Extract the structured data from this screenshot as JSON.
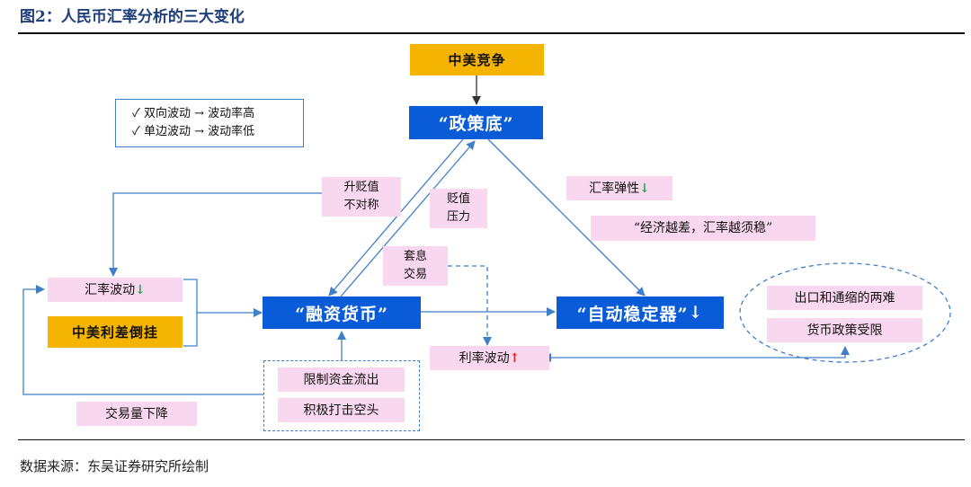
{
  "title": "图2：人民币汇率分析的三大变化",
  "source": "数据来源：东吴证券研究所绘制",
  "legend": {
    "line1": "✓ 双向波动 → 波动率高",
    "line2": "✓ 单边波动 → 波动率低"
  },
  "nodes": {
    "us_china_competition": "中美竞争",
    "policy_floor": "“政策底”",
    "financing_currency": "“融资货币”",
    "auto_stabilizer": "“自动稳定器”",
    "auto_stabilizer_arrow": "↓",
    "rate_spread_inversion": "中美利差倒挂"
  },
  "labels": {
    "asym_1": "升贬值",
    "asym_2": "不对称",
    "depreciation_1": "贬值",
    "depreciation_2": "压力",
    "carry_1": "套息",
    "carry_2": "交易",
    "fx_volatility": "汇率波动",
    "fx_volatility_arrow": "↓",
    "fx_elasticity": "汇率弹性",
    "fx_elasticity_arrow": "↓",
    "economy_quote": "“经济越差，汇率越须稳”",
    "rate_volatility": "利率波动",
    "rate_volatility_arrow": "↑",
    "export_deflation": "出口和通缩的两难",
    "monetary_limited": "货币政策受限",
    "capital_outflow": "限制资金流出",
    "short_strike": "积极打击空头",
    "volume_decline": "交易量下降"
  }
}
